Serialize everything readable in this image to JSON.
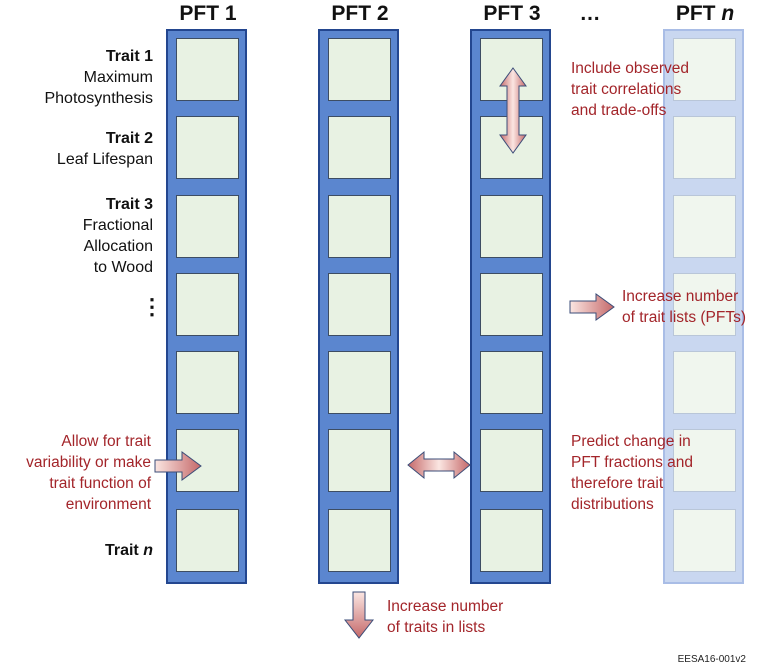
{
  "headers": {
    "pft1": "PFT 1",
    "pft2": "PFT 2",
    "pft3": "PFT 3",
    "ellipsis": "…",
    "pftn_prefix": "PFT",
    "pftn_suffix": "n"
  },
  "traits": {
    "t1_title": "Trait 1",
    "t1_line1": "Maximum",
    "t1_line2": "Photosynthesis",
    "t2_title": "Trait 2",
    "t2_line1": "Leaf Lifespan",
    "t3_title": "Trait 3",
    "t3_line1": "Fractional",
    "t3_line2": "Allocation",
    "t3_line3": "to Wood",
    "vdots": "⋮",
    "tn_prefix": "Trait",
    "tn_suffix": "n"
  },
  "annotations": {
    "correlations": [
      "Include observed",
      "trait correlations",
      "and trade-offs"
    ],
    "increase_pfts": [
      "Increase number",
      "of trait lists (PFTs)"
    ],
    "variability": [
      "Allow for trait",
      "variability or make",
      "trait function of",
      "environment"
    ],
    "predict_change": [
      "Predict change in",
      "PFT fractions and",
      "therefore trait",
      "distributions"
    ],
    "increase_traits": [
      "Increase number",
      "of traits in lists"
    ]
  },
  "footer": "EESA16-001v2",
  "colors": {
    "column_fill": "#5b86cf",
    "column_border": "#23468f",
    "cell_fill": "#e8f2e3",
    "annotation_text": "#a3252a",
    "arrow_dark": "#c5696a",
    "arrow_light": "#fbe6e2"
  }
}
